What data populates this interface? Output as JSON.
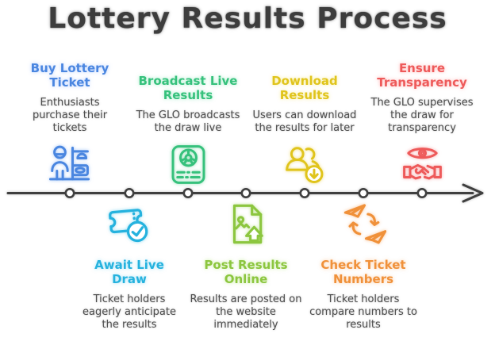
{
  "title": "Lottery Results Process",
  "title_color": "#3d3d3d",
  "background_color": "#ffffff",
  "timeline": {
    "node_count": 7,
    "line_color": "#3f3f3f",
    "dot_fill": "#ffffff",
    "direction": "left-to-right-arrow"
  },
  "steps_top": [
    {
      "title": "Buy Lottery Ticket",
      "description": "Enthusiasts purchase their tickets",
      "color": "#4a86e0",
      "icon": "ticket-counter-icon"
    },
    {
      "title": "Broadcast Live Results",
      "description": "The GLO broadcasts the draw live",
      "color": "#36c17c",
      "icon": "lottery-machine-icon"
    },
    {
      "title": "Download Results",
      "description": "Users can download the results for later",
      "color": "#e0c41c",
      "icon": "users-download-icon"
    },
    {
      "title": "Ensure Transparency",
      "description": "The GLO supervises the draw for transparency",
      "color": "#ee5a5a",
      "icon": "eye-handshake-icon"
    }
  ],
  "steps_bottom": [
    {
      "title": "Await Live Draw",
      "description": "Ticket holders eagerly anticipate the results",
      "color": "#25b2de",
      "icon": "ticket-check-icon"
    },
    {
      "title": "Post Results Online",
      "description": "Results are posted on the website immediately",
      "color": "#8cc63f",
      "icon": "post-upload-icon"
    },
    {
      "title": "Check Ticket Numbers",
      "description": "Ticket holders compare numbers to results",
      "color": "#f0913a",
      "icon": "swap-compare-icon"
    }
  ]
}
